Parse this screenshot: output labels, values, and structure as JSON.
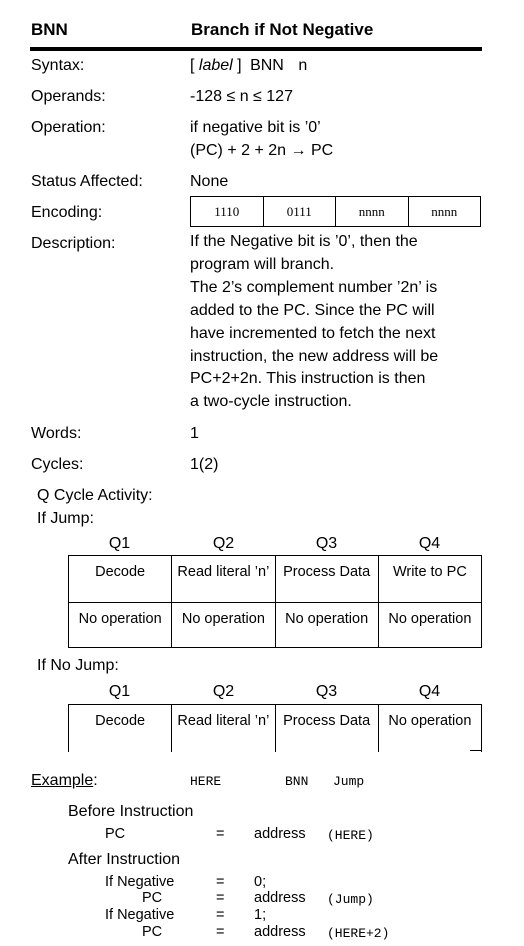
{
  "header": {
    "mnemonic": "BNN",
    "title": "Branch if Not Negative"
  },
  "syntax": {
    "label": "Syntax:",
    "open": "[",
    "label_word": "label",
    "close": "]",
    "mnemonic": "BNN",
    "operand": "n"
  },
  "operands": {
    "label": "Operands:",
    "value": "-128 ≤ n ≤ 127"
  },
  "operation": {
    "label": "Operation:",
    "line1": "if negative bit is ’0’",
    "line2": "(PC) + 2 + 2n → PC"
  },
  "status": {
    "label": "Status Affected:",
    "value": "None"
  },
  "encoding": {
    "label": "Encoding:",
    "cells": [
      "1110",
      "0111",
      "nnnn",
      "nnnn"
    ]
  },
  "description": {
    "label": "Description:",
    "lines": [
      "If the Negative bit is ’0’, then the",
      "program will branch.",
      "The 2’s complement number ’2n’ is",
      "added to the PC.  Since the PC will",
      "have incremented to fetch the next",
      "instruction, the new address will be",
      "PC+2+2n.  This instruction is then",
      "a two-cycle instruction."
    ]
  },
  "words": {
    "label": "Words:",
    "value": "1"
  },
  "cycles": {
    "label": "Cycles:",
    "value": "1(2)"
  },
  "q_activity": {
    "label": "Q Cycle Activity:",
    "if_jump": "If Jump:",
    "if_no_jump": "If No Jump:",
    "headers": [
      "Q1",
      "Q2",
      "Q3",
      "Q4"
    ],
    "jump_rows": [
      [
        "Decode",
        "Read literal ’n’",
        "Process Data",
        "Write to PC"
      ],
      [
        "No operation",
        "No operation",
        "No operation",
        "No operation"
      ]
    ],
    "nojump_rows": [
      [
        "Decode",
        "Read literal ’n’",
        "Process Data",
        "No operation"
      ]
    ]
  },
  "example": {
    "label": "Example",
    "colon": ":",
    "code_label": "HERE",
    "code_op": "BNN",
    "code_arg": "Jump",
    "before": "Before Instruction",
    "before_pc_label": "PC",
    "eq": "=",
    "before_pc_val": "address",
    "before_pc_code": "(HERE)",
    "after": "After Instruction",
    "after_rows": [
      {
        "label": "If Negative",
        "val": "0;",
        "code": ""
      },
      {
        "label": "PC",
        "val": "address",
        "code": "(Jump)"
      },
      {
        "label": "If Negative",
        "val": "1;",
        "code": ""
      },
      {
        "label": "PC",
        "val": "address",
        "code": "(HERE+2)"
      }
    ]
  }
}
